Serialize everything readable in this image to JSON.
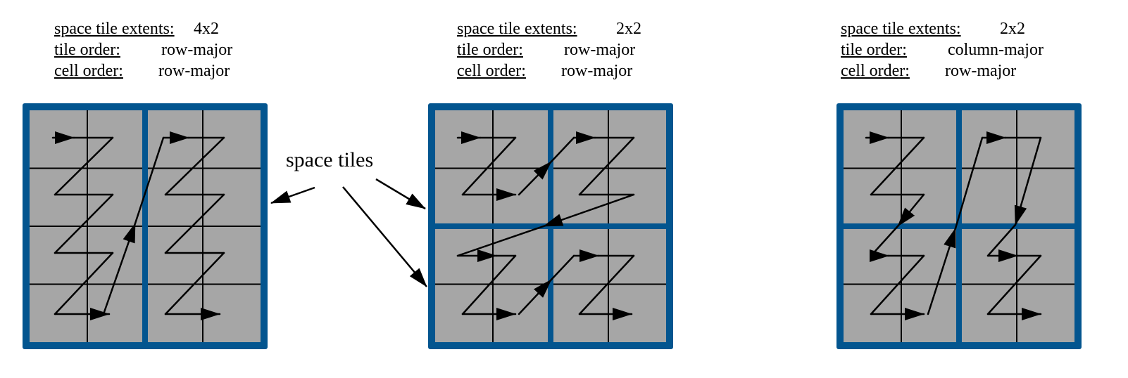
{
  "colors": {
    "tile_border": "#03558f",
    "cell_fill": "#a6a6a6",
    "line": "#000000",
    "background": "#ffffff"
  },
  "panels": [
    {
      "properties": [
        {
          "label": "space tile extents:",
          "value": "4x2"
        },
        {
          "label": "tile order:",
          "value": "row-major"
        },
        {
          "label": "cell order:",
          "value": "row-major"
        }
      ],
      "space_tile_extents": "4x2",
      "tile_order": "row-major",
      "cell_order": "row-major"
    },
    {
      "properties": [
        {
          "label": "space tile extents:",
          "value": "2x2"
        },
        {
          "label": "tile order:",
          "value": "row-major"
        },
        {
          "label": "cell order:",
          "value": "row-major"
        }
      ],
      "space_tile_extents": "2x2",
      "tile_order": "row-major",
      "cell_order": "row-major"
    },
    {
      "properties": [
        {
          "label": "space tile extents:",
          "value": "2x2"
        },
        {
          "label": "tile order:",
          "value": "column-major"
        },
        {
          "label": "cell order:",
          "value": "row-major"
        }
      ],
      "space_tile_extents": "2x2",
      "tile_order": "column-major",
      "cell_order": "row-major"
    }
  ],
  "grid": {
    "rows": 4,
    "columns": 4
  },
  "callout": {
    "label": "space tiles"
  }
}
